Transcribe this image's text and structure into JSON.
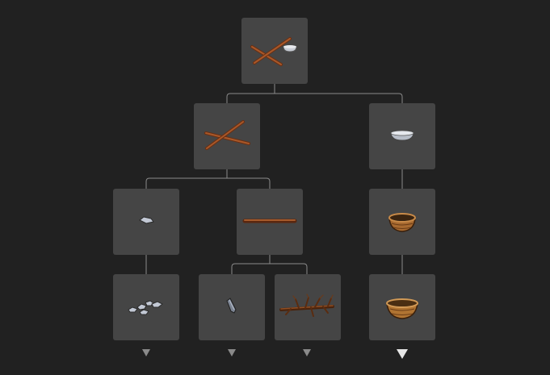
{
  "tree": {
    "nodes": [
      {
        "id": "root",
        "item": "sticks-and-stone-bowl-icon"
      },
      {
        "id": "crossed-sticks",
        "item": "crossed-sticks-icon"
      },
      {
        "id": "stone-bowl",
        "item": "stone-bowl-icon"
      },
      {
        "id": "flint-chip",
        "item": "flint-chip-icon"
      },
      {
        "id": "wooden-rod",
        "item": "wooden-rod-icon"
      },
      {
        "id": "wicker-basket-small",
        "item": "wicker-basket-icon"
      },
      {
        "id": "pebbles",
        "item": "pebbles-icon"
      },
      {
        "id": "flint-shard",
        "item": "flint-shard-icon"
      },
      {
        "id": "branch",
        "item": "branch-icon"
      },
      {
        "id": "wicker-basket-large",
        "item": "wicker-basket-icon"
      }
    ],
    "expand_arrows": [
      {
        "below": "pebbles",
        "style": "collapsed"
      },
      {
        "below": "flint-shard",
        "style": "collapsed"
      },
      {
        "below": "branch",
        "style": "collapsed"
      },
      {
        "below": "wicker-basket-large",
        "style": "highlighted"
      }
    ]
  },
  "colors": {
    "background": "#212121",
    "tile": "#454545",
    "connector": "#8a8a8a",
    "arrow": "#8a8a8a",
    "arrow_highlight": "#e6e6e6"
  }
}
